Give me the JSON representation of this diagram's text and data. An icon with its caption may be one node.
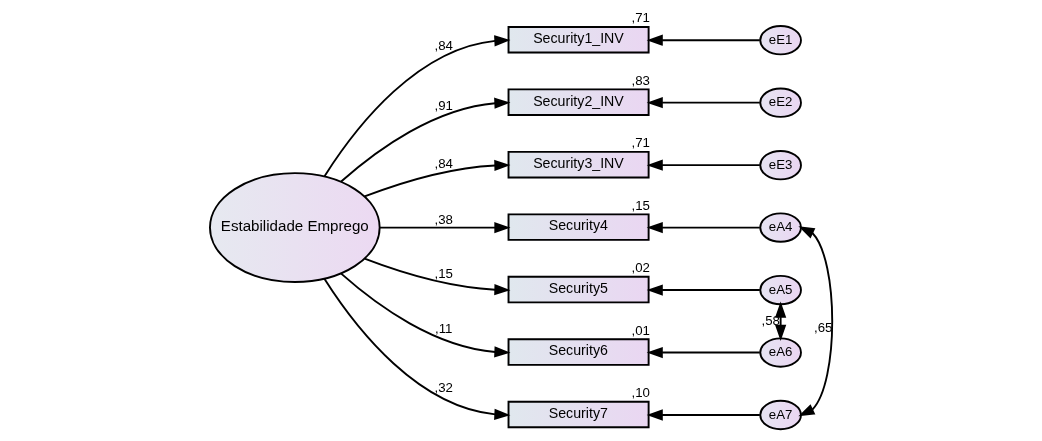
{
  "diagram": {
    "nodes": [
      {
        "text": [
          "Estabilidade Emprego"
        ]
      },
      {
        "text": [
          "Security1_INV"
        ],
        "beside": [
          ",71"
        ]
      },
      {
        "text": [
          "Security2_INV"
        ],
        "beside": [
          ",83"
        ]
      },
      {
        "text": [
          "Security3_INV"
        ],
        "beside": [
          ",71"
        ]
      },
      {
        "text": [
          "Security4"
        ],
        "beside": [
          ",15"
        ]
      },
      {
        "text": [
          "Security5"
        ],
        "beside": [
          ",02"
        ]
      },
      {
        "text": [
          "Security6"
        ],
        "beside": [
          ",01"
        ]
      },
      {
        "text": [
          "Security7"
        ],
        "beside": [
          ",10"
        ]
      },
      {
        "text": [
          "eE1"
        ]
      },
      {
        "text": [
          "eE2"
        ]
      },
      {
        "text": [
          "eE3"
        ]
      },
      {
        "text": [
          "eA4"
        ]
      },
      {
        "text": [
          "eA5"
        ]
      },
      {
        "text": [
          "eA6"
        ]
      },
      {
        "text": [
          "eA7"
        ]
      }
    ],
    "edges": [
      {
        "from": 0,
        "to": 1,
        "arrow": "to",
        "label": ",84"
      },
      {
        "from": 0,
        "to": 2,
        "arrow": "to",
        "label": ",91"
      },
      {
        "from": 0,
        "to": 3,
        "arrow": "to",
        "label": ",84"
      },
      {
        "from": 0,
        "to": 4,
        "arrow": "to",
        "label": ",38"
      },
      {
        "from": 0,
        "to": 5,
        "arrow": "to",
        "label": ",15"
      },
      {
        "from": 0,
        "to": 6,
        "arrow": "to",
        "label": ",11"
      },
      {
        "from": 0,
        "to": 7,
        "arrow": "to",
        "label": ",32"
      },
      {
        "from": 8,
        "to": 1,
        "arrow": "to"
      },
      {
        "from": 9,
        "to": 2,
        "arrow": "to"
      },
      {
        "from": 10,
        "to": 3,
        "arrow": "to"
      },
      {
        "from": 11,
        "to": 4,
        "arrow": "to"
      },
      {
        "from": 12,
        "to": 5,
        "arrow": "to"
      },
      {
        "from": 13,
        "to": 6,
        "arrow": "to"
      },
      {
        "from": 14,
        "to": 7,
        "arrow": "to"
      },
      {
        "from": 12,
        "to": 13,
        "arrow": "both",
        "label": ",58"
      },
      {
        "from": 11,
        "to": 14,
        "arrow": "both",
        "label": ",65"
      }
    ]
  }
}
